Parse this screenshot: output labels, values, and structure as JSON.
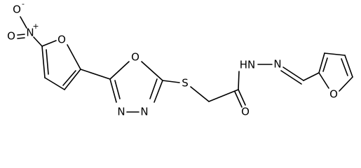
{
  "molecule": {
    "atoms": {
      "nitro_o_top": "O",
      "nitro_charge_minus": "-",
      "nitro_n": "N",
      "nitro_charge_plus": "+",
      "nitro_o_bottom": "O",
      "nitrofuran_o": "O",
      "oxadiazole_o": "O",
      "oxadiazole_n_left": "N",
      "oxadiazole_n_right": "N",
      "thioether_s": "S",
      "hydrazide_nh": "HN",
      "hydrazone_n": "N",
      "carbonyl_o": "O",
      "furan_o": "O"
    },
    "colors": {
      "bond": "#000000",
      "label": "#000000",
      "background": "#ffffff"
    }
  }
}
